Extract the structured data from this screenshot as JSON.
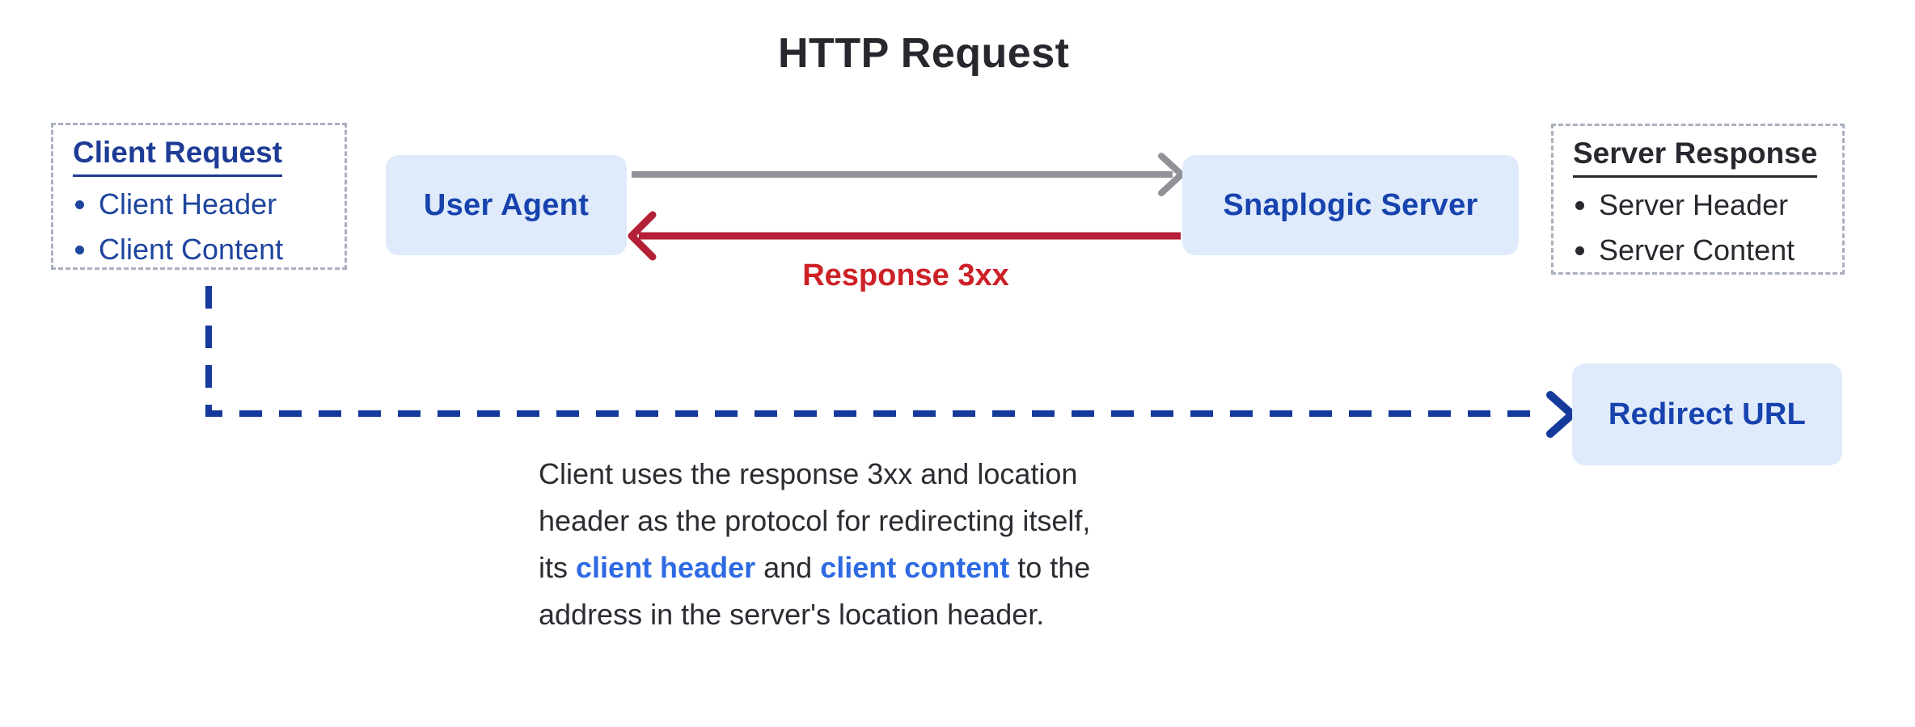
{
  "title": "HTTP Request",
  "client_request": {
    "title": "Client Request",
    "items": [
      "Client Header",
      "Client Content"
    ]
  },
  "server_response": {
    "title": "Server Response",
    "items": [
      "Server Header",
      "Server Content"
    ]
  },
  "nodes": {
    "user_agent": "User Agent",
    "snaplogic_server": "Snaplogic Server",
    "redirect_url": "Redirect URL"
  },
  "arrows": {
    "response_label": "Response 3xx"
  },
  "note": {
    "line1": "Client uses the response 3xx and location",
    "line2": "header as the protocol for redirecting itself,",
    "line3_pre": "its ",
    "line3_bold1": "client header",
    "line3_mid": " and ",
    "line3_bold2": "client content",
    "line3_post": " to the",
    "line4": "address in the server's location header."
  },
  "colors": {
    "node_fill": "#dfeafb",
    "node_text_blue": "#1743ae",
    "client_navy": "#1e3c96",
    "server_text_dark": "#27292f",
    "request_arrow_gray": "#909297",
    "response_arrow_red": "#b42036",
    "response_label_red": "#cd2127",
    "redirect_dash_blue": "#153a9c",
    "note_highlight_blue": "#2e6ae3",
    "panel_border": "#a9b0bd"
  }
}
